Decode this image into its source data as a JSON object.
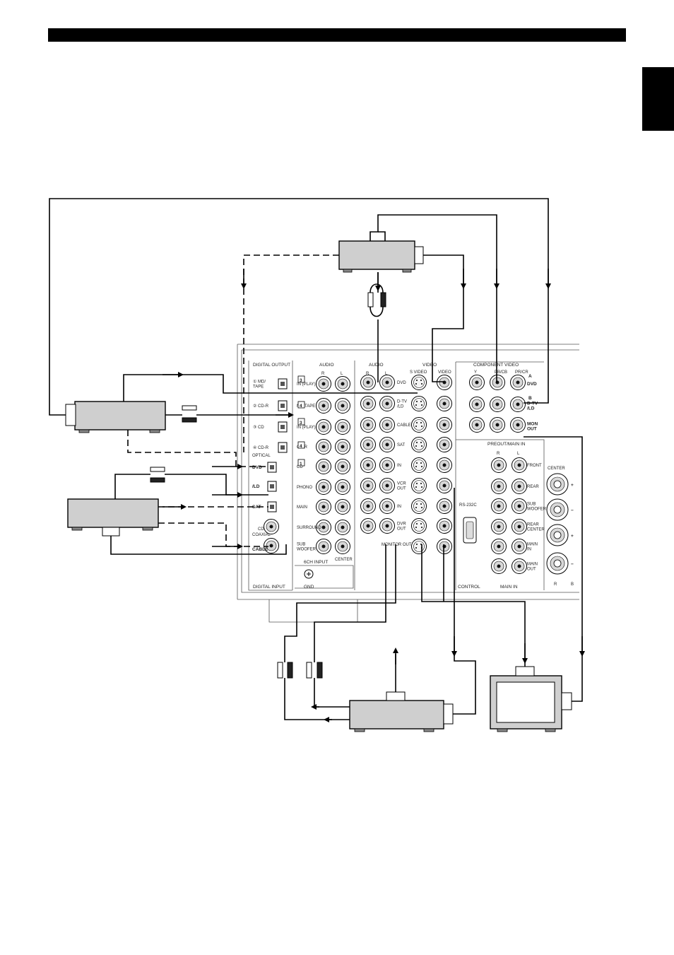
{
  "panel": {
    "digital_output": {
      "header": "DIGITAL OUTPUT",
      "ports": [
        "MD/\nTAPE",
        "CD-R",
        "CD",
        "CD-R"
      ],
      "port_numbers": [
        "①",
        "②",
        "③",
        "④"
      ],
      "optical_label": "OPTICAL"
    },
    "digital_input": {
      "header": "DIGITAL INPUT",
      "ports": [
        "DVD",
        "/LD",
        "SAT",
        "CABLE"
      ],
      "coaxial_label": "COAXIAL",
      "cd_label": "CD"
    },
    "audio": {
      "header": "AUDIO",
      "rows": [
        "IN (PLAY)",
        "MD/TAPE",
        "IN (PLAY)",
        "CD-R",
        "CD",
        "PHONO",
        "MAIN",
        "SURROUND",
        "SUB\nWOOFER"
      ],
      "row_numbers": [
        "3",
        "4",
        "3",
        "4",
        "1"
      ],
      "channel_labels": [
        "R",
        "L"
      ]
    },
    "six_ch_input": {
      "header": "6CH INPUT",
      "center_label": "CENTER"
    },
    "gnd_label": "GND",
    "video": {
      "header": "VIDEO",
      "s_video_label": "S VIDEO",
      "video_label": "VIDEO",
      "rows": [
        "DVD",
        "D-TV\n/LD",
        "CABLE",
        "SAT",
        "IN",
        "VCR\nOUT",
        "IN",
        "DVR\nOUT"
      ],
      "monitor_out_label": "MONITOR\nOUT"
    },
    "component_video": {
      "header": "COMPONENT VIDEO",
      "columns": [
        "Y",
        "PB/CB",
        "PR/CR"
      ],
      "rows": [
        "DVD",
        "D-TV\n/LD",
        "MON\nOUT"
      ],
      "row_badges": [
        "A",
        "B"
      ]
    },
    "rs232c_label": "RS-232C",
    "control_label": "CONTROL",
    "preout": {
      "header": "PREOUT/MAIN IN",
      "rows": [
        "FRONT",
        "REAR",
        "SUB\nWOOFER",
        "REAR\nCENTER",
        "MAIN\nIN",
        "MAIN\nOUT"
      ],
      "channel_labels": [
        "R",
        "L"
      ]
    },
    "main_in_label": "MAIN IN",
    "speakers": {
      "header": "CENTER",
      "polarity": [
        "+",
        "−",
        "+",
        "−"
      ],
      "channel_labels": [
        "R",
        "B"
      ]
    }
  },
  "colors": {
    "ink": "#000000",
    "device_fill": "#cfcfcf",
    "panel_line": "#555555"
  }
}
